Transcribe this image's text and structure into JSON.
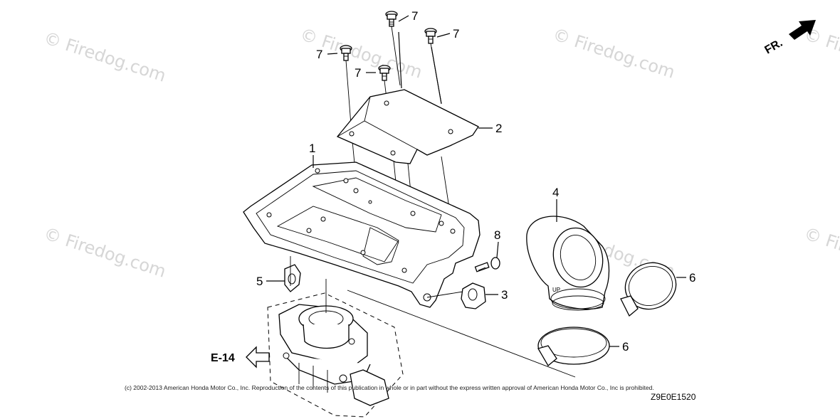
{
  "watermark": "© Firedog.com",
  "orientation_label": "FR.",
  "reference": {
    "label": "E-14"
  },
  "callouts": {
    "c1": "1",
    "c2": "2",
    "c3": "3",
    "c4": "4",
    "c5": "5",
    "c6a": "6",
    "c6b": "6",
    "c7a": "7",
    "c7b": "7",
    "c7c": "7",
    "c7d": "7",
    "c8": "8"
  },
  "copyright": "(c) 2002-2013 American Honda Motor Co., Inc. Reproduction of the contents of this publication in whole or in part without the express written approval of American Honda Motor Co., Inc is prohibited.",
  "diagram_code": "Z9E0E1520"
}
